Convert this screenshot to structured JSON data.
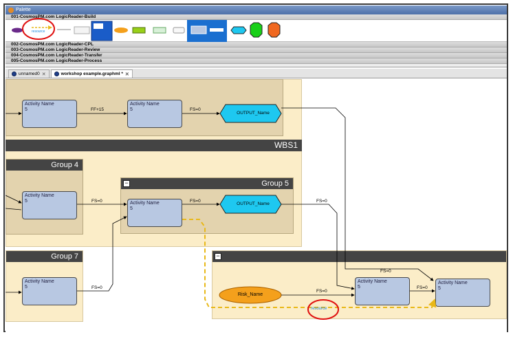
{
  "palette": {
    "title": "Palette",
    "sections": [
      "001-CosmosPM.com LogicReader-Build",
      "002-CosmosPM.com LogicReader-CPL",
      "003-CosmosPM.com LogicReader-Review",
      "004-CosmosPM.com LogicReader-Transfer",
      "005-CosmosPM.com LogicReader-Process"
    ],
    "item_resource": "resource"
  },
  "tabs": [
    {
      "label": "unnamed0",
      "close": "✕"
    },
    {
      "label": "workshop example.graphml *",
      "close": "✕"
    }
  ],
  "groups": {
    "wbs1": "WBS1",
    "group4": "Group 4",
    "group5": "Group 5",
    "group7": "Group 7",
    "minus": "−"
  },
  "activity": {
    "name": "Activity Name",
    "duration": "5"
  },
  "output": {
    "name": "OUTPUT_Name"
  },
  "risk": {
    "name": "Risk_Name"
  },
  "resource_label": "resource",
  "links": {
    "ff15": "FF+15",
    "fs0": "FS=0"
  },
  "colors": {
    "activity_fill": "#b8c8e2",
    "output_fill": "#1ec8f0",
    "risk_fill": "#f4a01c",
    "group_fill": "#fbedc8",
    "header_fill": "#444444",
    "resource_dash": "#e8b818",
    "annotation": "#e01010"
  }
}
